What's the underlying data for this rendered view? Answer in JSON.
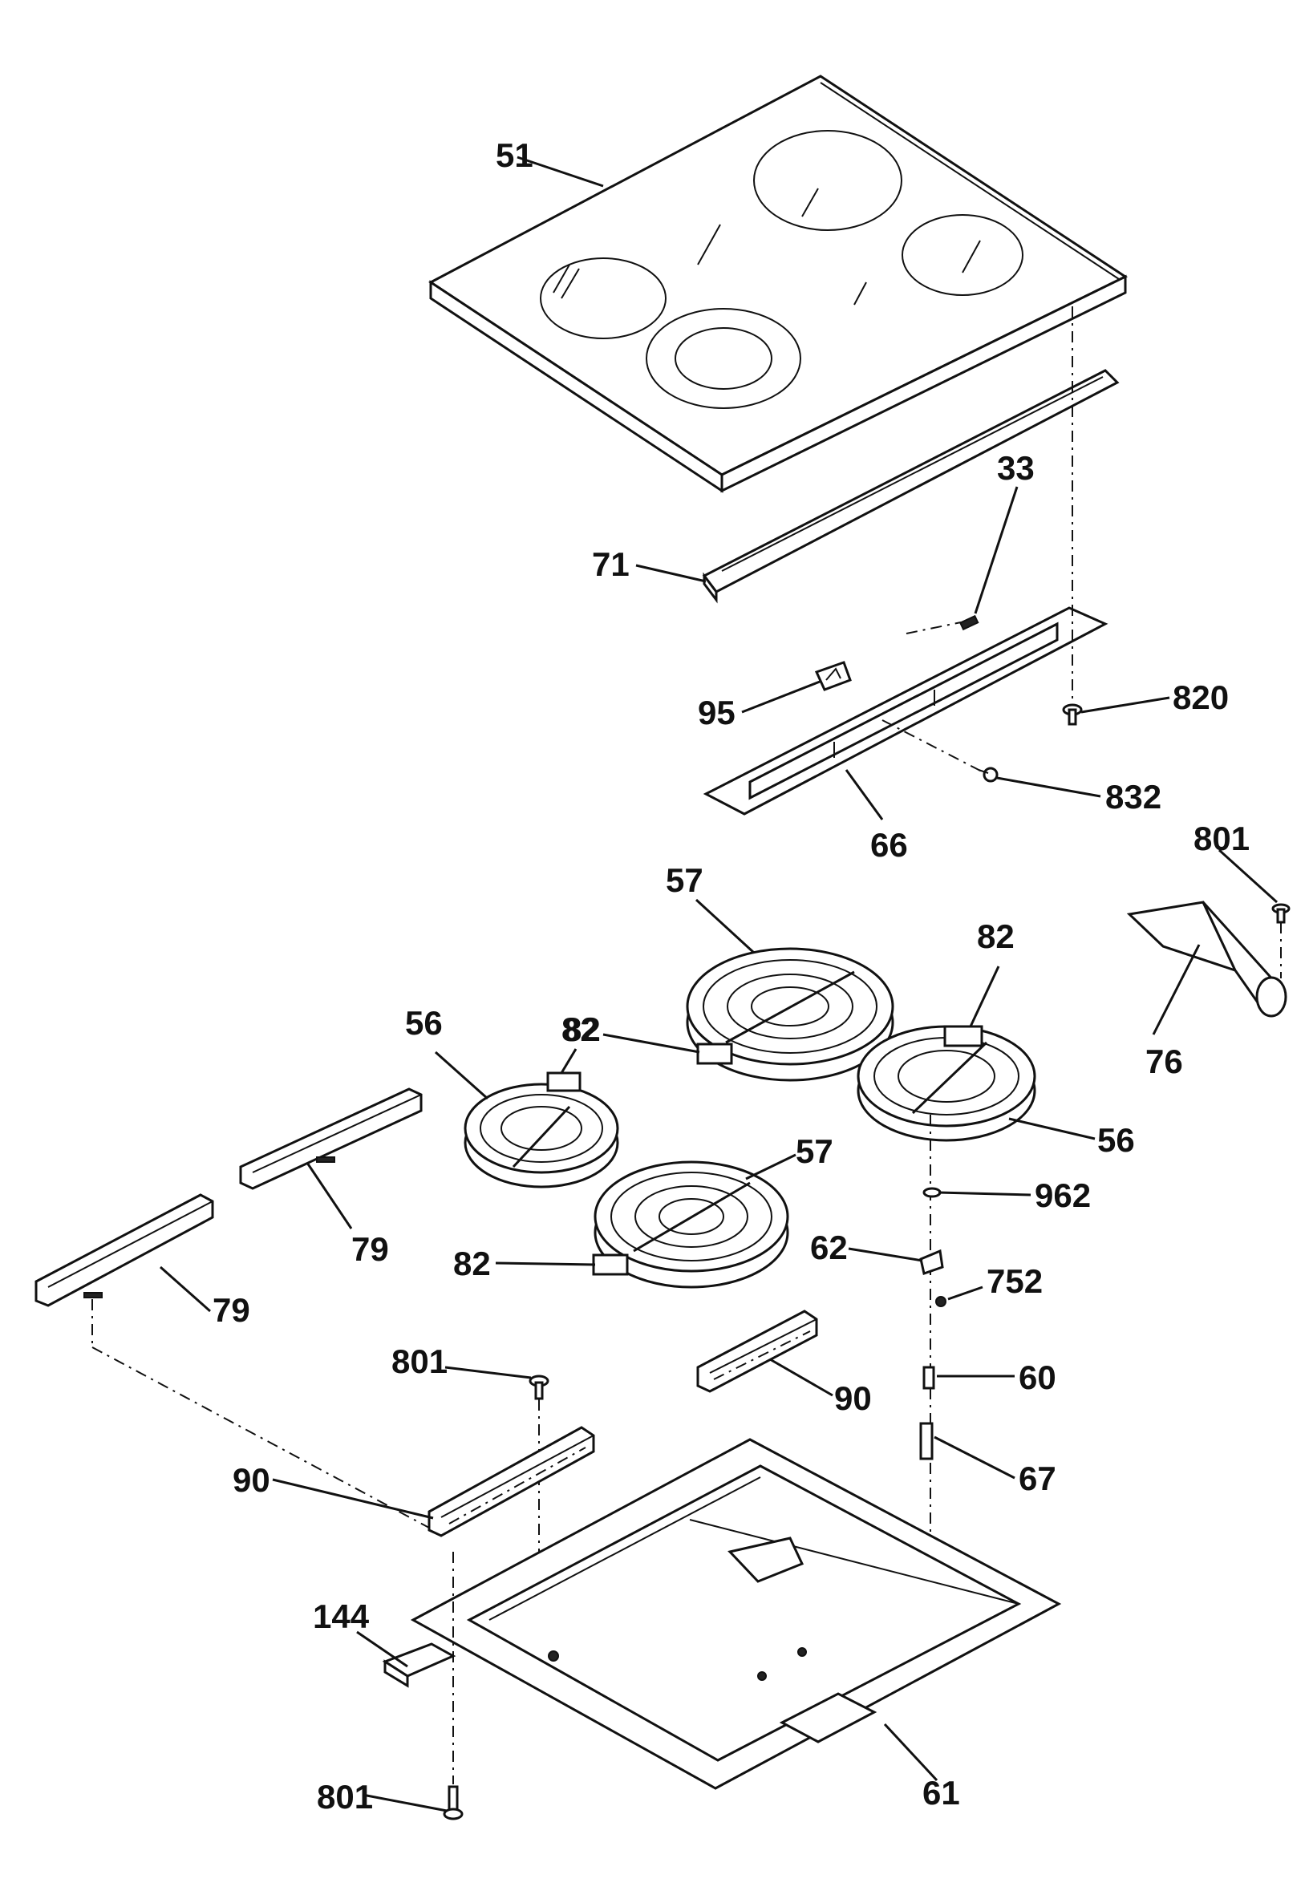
{
  "labels": {
    "l51": "51",
    "l71": "71",
    "l33": "33",
    "l95": "95",
    "l820": "820",
    "l832": "832",
    "l66": "66",
    "l801a": "801",
    "l57a": "57",
    "l82a": "82",
    "l82b": "82",
    "l56a": "56",
    "l76": "76",
    "l56b": "56",
    "l57b": "57",
    "l962": "962",
    "l79a": "79",
    "l82c": "82",
    "l62": "62",
    "l752": "752",
    "l79b": "79",
    "l801b": "801",
    "l60": "60",
    "l90a": "90",
    "l67": "67",
    "l90b": "90",
    "l144": "144",
    "l61": "61",
    "l801c": "801"
  }
}
